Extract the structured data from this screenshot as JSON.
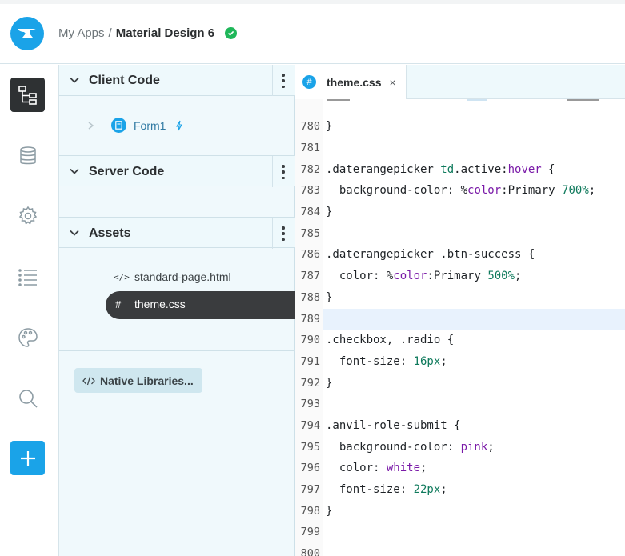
{
  "breadcrumb": {
    "root": "My Apps",
    "separator": "/",
    "app": "Material Design 6"
  },
  "tree": {
    "client_code": {
      "title": "Client Code",
      "items": [
        {
          "label": "Form1"
        }
      ]
    },
    "server_code": {
      "title": "Server Code"
    },
    "assets": {
      "title": "Assets",
      "items": [
        {
          "label": "standard-page.html",
          "icon": "</>"
        },
        {
          "label": "theme.css",
          "icon": "#"
        }
      ]
    },
    "native_libraries": {
      "label": "Native Libraries..."
    }
  },
  "editor": {
    "tab": {
      "label": "theme.css",
      "icon": "#",
      "close": "×"
    },
    "lines": [
      {
        "n": "780",
        "code": "}"
      },
      {
        "n": "781",
        "code": ""
      },
      {
        "n": "782",
        "code": ".daterangepicker td.active:hover {"
      },
      {
        "n": "783",
        "code": "  background-color: %color:Primary 700%;"
      },
      {
        "n": "784",
        "code": "}"
      },
      {
        "n": "785",
        "code": ""
      },
      {
        "n": "786",
        "code": ".daterangepicker .btn-success {"
      },
      {
        "n": "787",
        "code": "  color: %color:Primary 500%;"
      },
      {
        "n": "788",
        "code": "}"
      },
      {
        "n": "789",
        "code": ""
      },
      {
        "n": "790",
        "code": ".checkbox, .radio {"
      },
      {
        "n": "791",
        "code": "  font-size: 16px;"
      },
      {
        "n": "792",
        "code": "}"
      },
      {
        "n": "793",
        "code": ""
      },
      {
        "n": "794",
        "code": ".anvil-role-submit {"
      },
      {
        "n": "795",
        "code": "  background-color: pink;"
      },
      {
        "n": "796",
        "code": "  color: white;"
      },
      {
        "n": "797",
        "code": "  font-size: 22px;"
      },
      {
        "n": "798",
        "code": "}"
      },
      {
        "n": "799",
        "code": ""
      },
      {
        "n": "800",
        "code": ""
      }
    ]
  },
  "colors": {
    "accent": "#1aa3e8",
    "success": "#1fb75a",
    "selected_bg": "#3a3c3e",
    "highlight_line": "#e8f2fd"
  }
}
